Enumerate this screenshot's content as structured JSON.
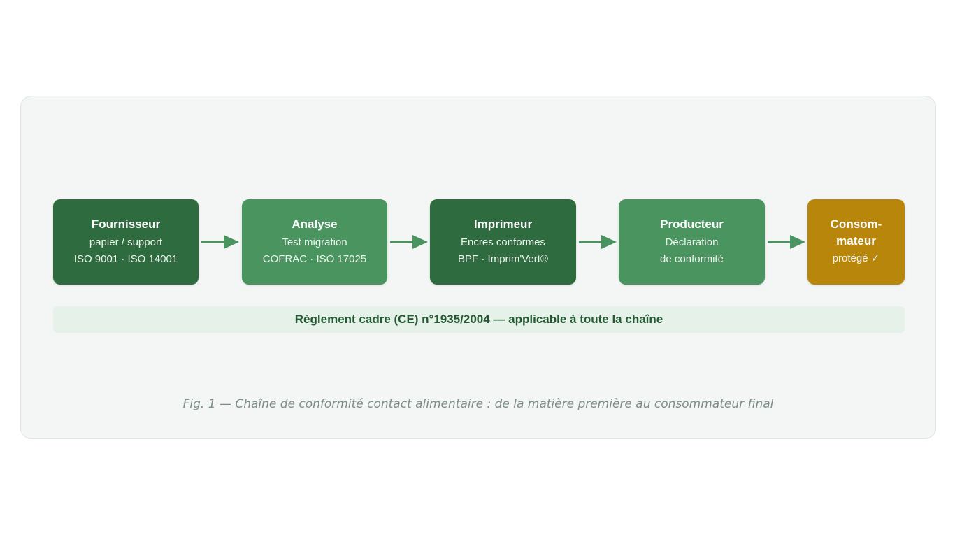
{
  "flow": {
    "nodes": [
      {
        "title": "Fournisseur",
        "lines": [
          "papier / support",
          "ISO 9001 · ISO 14001"
        ],
        "tone": "dark"
      },
      {
        "title": "Analyse",
        "lines": [
          "Test migration",
          "COFRAC · ISO 17025"
        ],
        "tone": "light"
      },
      {
        "title": "Imprimeur",
        "lines": [
          "Encres conformes",
          "BPF · Imprim'Vert®"
        ],
        "tone": "dark"
      },
      {
        "title": "Producteur",
        "lines": [
          "Déclaration",
          "de conformité"
        ],
        "tone": "light"
      },
      {
        "title_lines": [
          "Consom-",
          "mateur"
        ],
        "lines": [
          "protégé ✓"
        ],
        "tone": "gold"
      }
    ],
    "arrow_icon": "arrow-right-icon"
  },
  "regulation": {
    "text": "Règlement cadre (CE) n°1935/2004 — applicable à toute la chaîne"
  },
  "caption": {
    "text": "Fig. 1 — Chaîne de conformité contact alimentaire : de la matière première au consommateur final"
  },
  "colors": {
    "dark_green": "#2e6b3e",
    "light_green": "#4a9460",
    "gold": "#b8860b",
    "arrow": "#4a9460",
    "background": "#f3f6f4"
  }
}
